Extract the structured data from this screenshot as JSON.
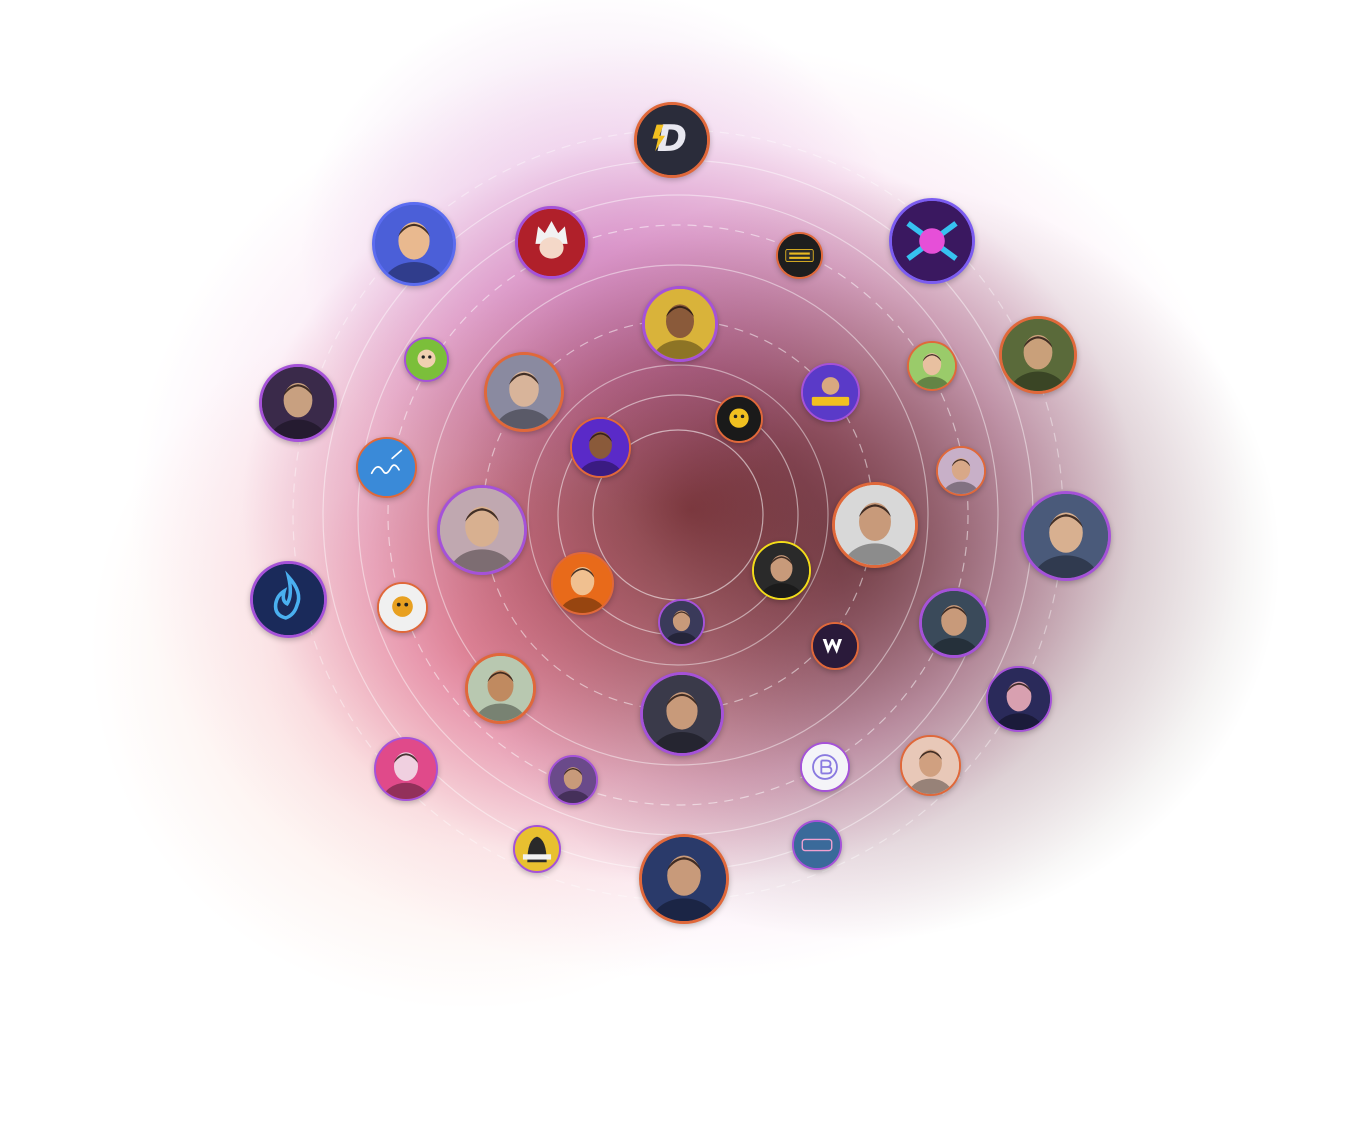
{
  "page": {
    "background": "#ffffff"
  },
  "palette": {
    "ring": "#ffffff",
    "border_orange": "#e0683a",
    "border_purple": "#a552d8",
    "border_yellow": "#f2dc1a",
    "border_blue": "#5b6cf0"
  },
  "avatars": [
    {
      "name": "avatar-d-logo",
      "icon": "d-logo-icon",
      "bg": "#2a2c3a",
      "fg": "#e8e8f0",
      "border": "#e0683a",
      "glyph": "D"
    },
    {
      "name": "avatar-bald-man-purple",
      "icon": "face-icon",
      "bg": "#4b5fd8",
      "fg": "#e9b98f",
      "border": "#5b6cf0"
    },
    {
      "name": "avatar-white-hair-anime",
      "icon": "anime-character-icon",
      "bg": "#b0202a",
      "fg": "#f2f2f2",
      "border": "#a552d8"
    },
    {
      "name": "avatar-crypto-crypto",
      "icon": "crypto-badge-icon",
      "bg": "#1e1e1e",
      "fg": "#e8b820",
      "border": "#e0683a"
    },
    {
      "name": "avatar-neon-logo",
      "icon": "neon-logo-icon",
      "bg": "#3a1860",
      "fg": "#e64fd8",
      "border": "#7b5cf0"
    },
    {
      "name": "avatar-man-yellow-bg",
      "icon": "face-icon",
      "bg": "#d9b33a",
      "fg": "#8a5a3a",
      "border": "#a552d8"
    },
    {
      "name": "avatar-man-outdoor",
      "icon": "face-icon",
      "bg": "#5a6a3a",
      "fg": "#c9a07a",
      "border": "#e0683a"
    },
    {
      "name": "avatar-cartoon-duo",
      "icon": "cartoon-icon",
      "bg": "#7bbf3a",
      "fg": "#f0d0b0",
      "border": "#a552d8"
    },
    {
      "name": "avatar-man-dark-hair",
      "icon": "face-icon",
      "bg": "#8a8aa0",
      "fg": "#d8b49a",
      "border": "#e0683a"
    },
    {
      "name": "avatar-franlis",
      "icon": "franlis-logo-icon",
      "bg": "#5a3ac8",
      "fg": "#f0c020",
      "border": "#a552d8"
    },
    {
      "name": "avatar-man-kid-green",
      "icon": "face-icon",
      "bg": "#9acb6a",
      "fg": "#e8c0a0",
      "border": "#e0683a"
    },
    {
      "name": "avatar-mandarin",
      "icon": "face-icon",
      "bg": "#3a2a4a",
      "fg": "#c8a080",
      "border": "#a552d8"
    },
    {
      "name": "avatar-yellow-cartoon",
      "icon": "cartoon-icon",
      "bg": "#1a1a1a",
      "fg": "#f0c020",
      "border": "#e0683a"
    },
    {
      "name": "avatar-man-purple-bg",
      "icon": "face-icon",
      "bg": "#5a2ac8",
      "fg": "#8a5a3a",
      "border": "#e0683a"
    },
    {
      "name": "avatar-signature-blue",
      "icon": "signature-logo-icon",
      "bg": "#3a8ad8",
      "fg": "#ffffff",
      "border": "#e0683a"
    },
    {
      "name": "avatar-man-with-kid",
      "icon": "face-icon",
      "bg": "#c8b0c8",
      "fg": "#d8a888",
      "border": "#e0683a"
    },
    {
      "name": "avatar-man-sunglasses-selfie",
      "icon": "face-icon",
      "bg": "#c0a8b0",
      "fg": "#d8b090",
      "border": "#a552d8"
    },
    {
      "name": "avatar-man-gray-beard",
      "icon": "face-icon",
      "bg": "#d8d8d8",
      "fg": "#c89a7a",
      "border": "#e0683a"
    },
    {
      "name": "avatar-man-suit-city",
      "icon": "face-icon",
      "bg": "#4a5a7a",
      "fg": "#d8b090",
      "border": "#a552d8"
    },
    {
      "name": "avatar-blue-flame-logo",
      "icon": "flame-logo-icon",
      "bg": "#1a2a5a",
      "fg": "#4ab0f0",
      "border": "#a552d8"
    },
    {
      "name": "avatar-man-fire-bg",
      "icon": "face-icon",
      "bg": "#e86a1a",
      "fg": "#f0c090",
      "border": "#e0683a"
    },
    {
      "name": "avatar-man-yellow-ring",
      "icon": "face-icon",
      "bg": "#2a2a2a",
      "fg": "#c89a7a",
      "border": "#f2dc1a"
    },
    {
      "name": "avatar-cartoon-bear",
      "icon": "cartoon-icon",
      "bg": "#f0f0f0",
      "fg": "#e8a020",
      "border": "#e0683a"
    },
    {
      "name": "avatar-man-small-center",
      "icon": "face-icon",
      "bg": "#3a3a5a",
      "fg": "#c89a7a",
      "border": "#a552d8"
    },
    {
      "name": "avatar-w-logo",
      "icon": "w-logo-icon",
      "bg": "#2a1a3a",
      "fg": "#ffffff",
      "border": "#e0683a"
    },
    {
      "name": "avatar-man-studio",
      "icon": "face-icon",
      "bg": "#3a4a5a",
      "fg": "#c89a7a",
      "border": "#a552d8"
    },
    {
      "name": "avatar-man-money",
      "icon": "face-icon",
      "bg": "#b8c8b0",
      "fg": "#c08a60",
      "border": "#e0683a"
    },
    {
      "name": "avatar-old-man-sunglasses",
      "icon": "face-icon",
      "bg": "#3a3a4a",
      "fg": "#c89a7a",
      "border": "#a552d8"
    },
    {
      "name": "avatar-woman-neon-dark",
      "icon": "face-icon",
      "bg": "#2a2a5a",
      "fg": "#d8a0b0",
      "border": "#a552d8"
    },
    {
      "name": "avatar-pink-hair-girl",
      "icon": "face-icon",
      "bg": "#e04a8a",
      "fg": "#f0d0e0",
      "border": "#a552d8"
    },
    {
      "name": "avatar-man-small-dark",
      "icon": "face-icon",
      "bg": "#6a4a8a",
      "fg": "#c89a7a",
      "border": "#a552d8"
    },
    {
      "name": "avatar-b-logo",
      "icon": "b-logo-icon",
      "bg": "#f4f4f8",
      "fg": "#8a7ae0",
      "border": "#a552d8"
    },
    {
      "name": "avatar-woman-smile",
      "icon": "face-icon",
      "bg": "#e8c8b8",
      "fg": "#d0a080",
      "border": "#e0683a"
    },
    {
      "name": "avatar-hooded-gamer",
      "icon": "hooded-character-icon",
      "bg": "#e8c030",
      "fg": "#2a2a2a",
      "border": "#a552d8"
    },
    {
      "name": "avatar-man-salute",
      "icon": "face-icon",
      "bg": "#2a3a6a",
      "fg": "#c89a7a",
      "border": "#e0683a"
    },
    {
      "name": "avatar-nft-logo",
      "icon": "nft-logo-icon",
      "bg": "#3a6a9a",
      "fg": "#f0a0d0",
      "border": "#a552d8"
    }
  ]
}
